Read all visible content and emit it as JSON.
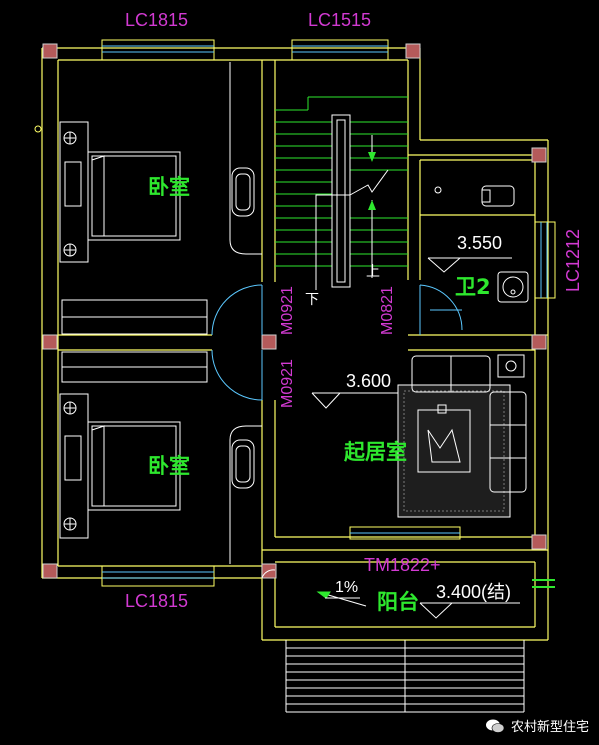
{
  "windows": {
    "top_left": "LC1815",
    "top_middle": "LC1515",
    "bottom_left": "LC1815",
    "right": "LC1212",
    "balcony_door": "TM1822+"
  },
  "doors": {
    "bedroom_upper": "M0921",
    "bedroom_lower": "M0921",
    "bathroom": "M0821"
  },
  "rooms": {
    "bedroom_upper": "卧室",
    "bedroom_lower": "卧室",
    "bathroom": "卫2",
    "living": "起居室",
    "balcony": "阳台"
  },
  "elevations": {
    "bathroom": "3.550",
    "living": "3.600",
    "balcony": "3.400(结)"
  },
  "balcony_slope": "1%",
  "stair": {
    "up": "上",
    "down": "下"
  },
  "watermark": "农村新型住宅",
  "colors": {
    "wall": "#ffff66",
    "furniture": "#ffffff",
    "stair": "#2ee82e",
    "column": "#b45a5a",
    "label_magenta": "#d23ad2",
    "room_label": "#2ee82e"
  }
}
